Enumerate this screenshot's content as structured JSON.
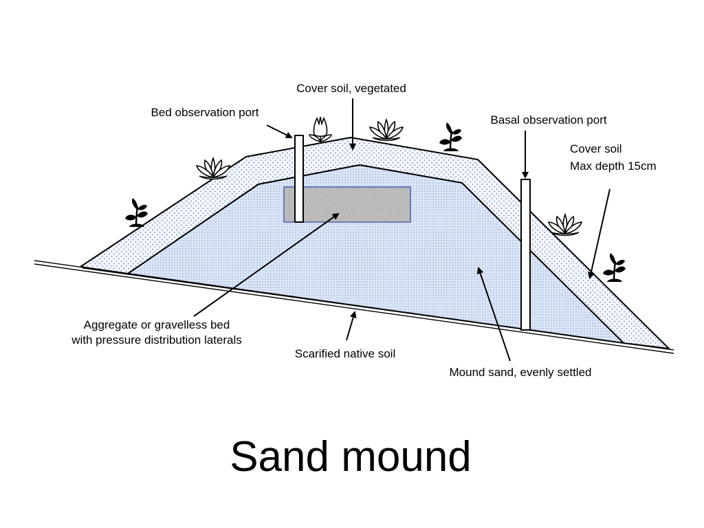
{
  "diagram": {
    "title": "Sand mound",
    "labels": {
      "cover_soil_vegetated": "Cover soil, vegetated",
      "bed_observation_port": "Bed observation port",
      "basal_observation_port": "Basal observation port",
      "cover_soil_depth_line1": "Cover soil",
      "cover_soil_depth_line2": "Max depth 15cm",
      "aggregate_bed_line1": "Aggregate or gravelless bed",
      "aggregate_bed_line2": "with pressure distribution laterals",
      "scarified_native_soil": "Scarified native soil",
      "mound_sand": "Mound sand, evenly settled"
    },
    "colors": {
      "mound_sand_fill": "#dce6f6",
      "mound_sand_dots": "#7e9fd6",
      "cover_soil_fill": "#f3f6fb",
      "cover_soil_dots": "#3f63b5",
      "aggregate_fill": "#b5b5b5",
      "outline": "#000000"
    },
    "icons": {
      "lotus": "lotus-flower-icon",
      "tulip": "tulip-icon",
      "sprout": "sprout-icon"
    }
  }
}
